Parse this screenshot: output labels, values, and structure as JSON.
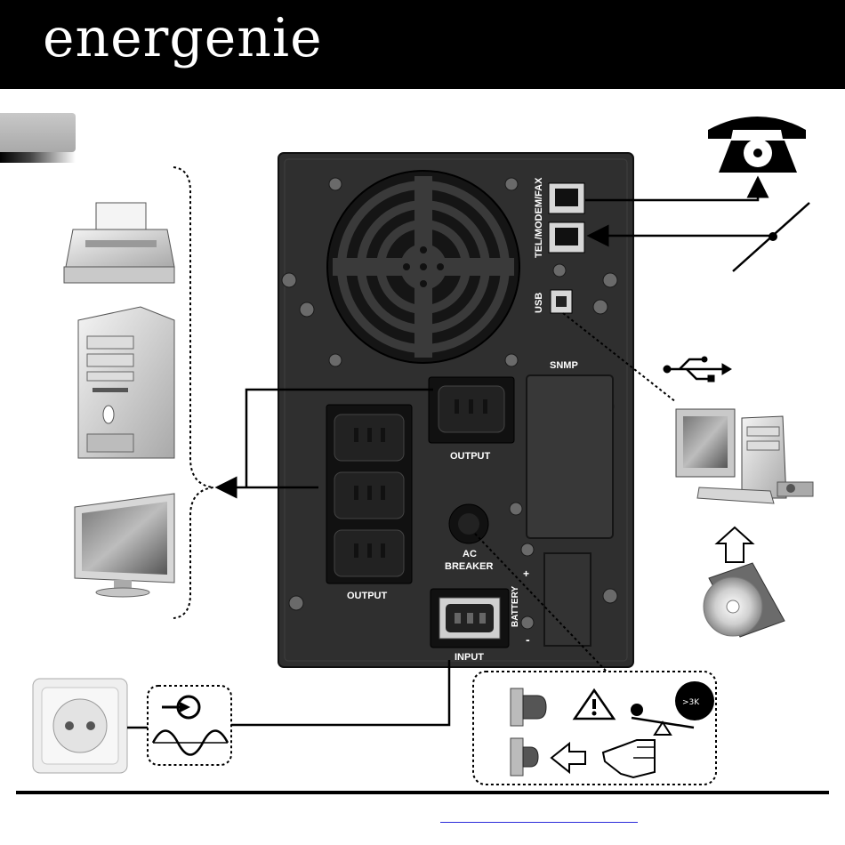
{
  "header": {
    "logo_text": "energenie"
  },
  "ups": {
    "port_labels": {
      "tel": "TEL/MODEM/FAX",
      "usb": "USB",
      "snmp": "SNMP",
      "output_single": "OUTPUT",
      "output_group": "OUTPUT",
      "ac_breaker_line1": "AC",
      "ac_breaker_line2": "BREAKER",
      "input": "INPUT",
      "battery": "BATTERY",
      "battery_plus": "+",
      "battery_minus": "-"
    }
  },
  "usb_symbol": "usb-icon",
  "colors": {
    "header_bg": "#000000",
    "ups_body": "#2f2f2f",
    "link": "#2b2bd9"
  },
  "footer": {
    "link_text": ""
  }
}
